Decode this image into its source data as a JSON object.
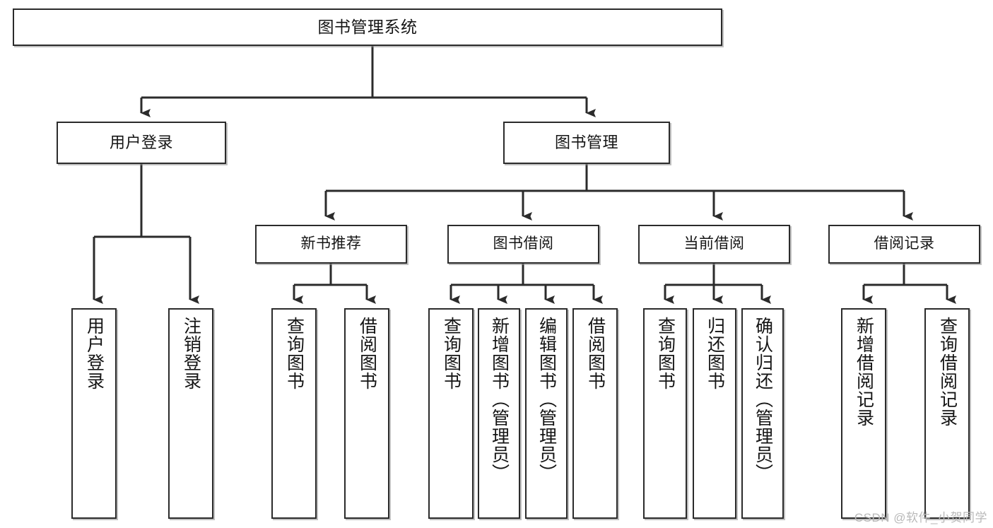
{
  "diagram": {
    "title": "图书管理系统",
    "type": "tree",
    "stroke_color": "#2b2b2b",
    "fill_color": "#ffffff",
    "text_color": "#151515",
    "shadow_color": "#8c8c8c"
  },
  "root": {
    "label": "图书管理系统"
  },
  "level2": [
    {
      "label": "用户登录"
    },
    {
      "label": "图书管理"
    }
  ],
  "level3": [
    {
      "label": "新书推荐"
    },
    {
      "label": "图书借阅"
    },
    {
      "label": "当前借阅"
    },
    {
      "label": "借阅记录"
    }
  ],
  "leaves": {
    "user_login": [
      {
        "label": "用户登录"
      },
      {
        "label": "注销登录"
      }
    ],
    "new_book_recommend": [
      {
        "label": "查询图书"
      },
      {
        "label": "借阅图书"
      }
    ],
    "book_borrow": [
      {
        "label": "查询图书"
      },
      {
        "label": "新增图书（管理员）"
      },
      {
        "label": "编辑图书（管理员）"
      },
      {
        "label": "借阅图书"
      }
    ],
    "current_borrow": [
      {
        "label": "查询图书"
      },
      {
        "label": "归还图书"
      },
      {
        "label": "确认归还（管理员）"
      }
    ],
    "borrow_record": [
      {
        "label": "新增借阅记录"
      },
      {
        "label": "查询借阅记录"
      }
    ]
  },
  "watermark": {
    "text": "CSDN @软件_小贺同学"
  }
}
